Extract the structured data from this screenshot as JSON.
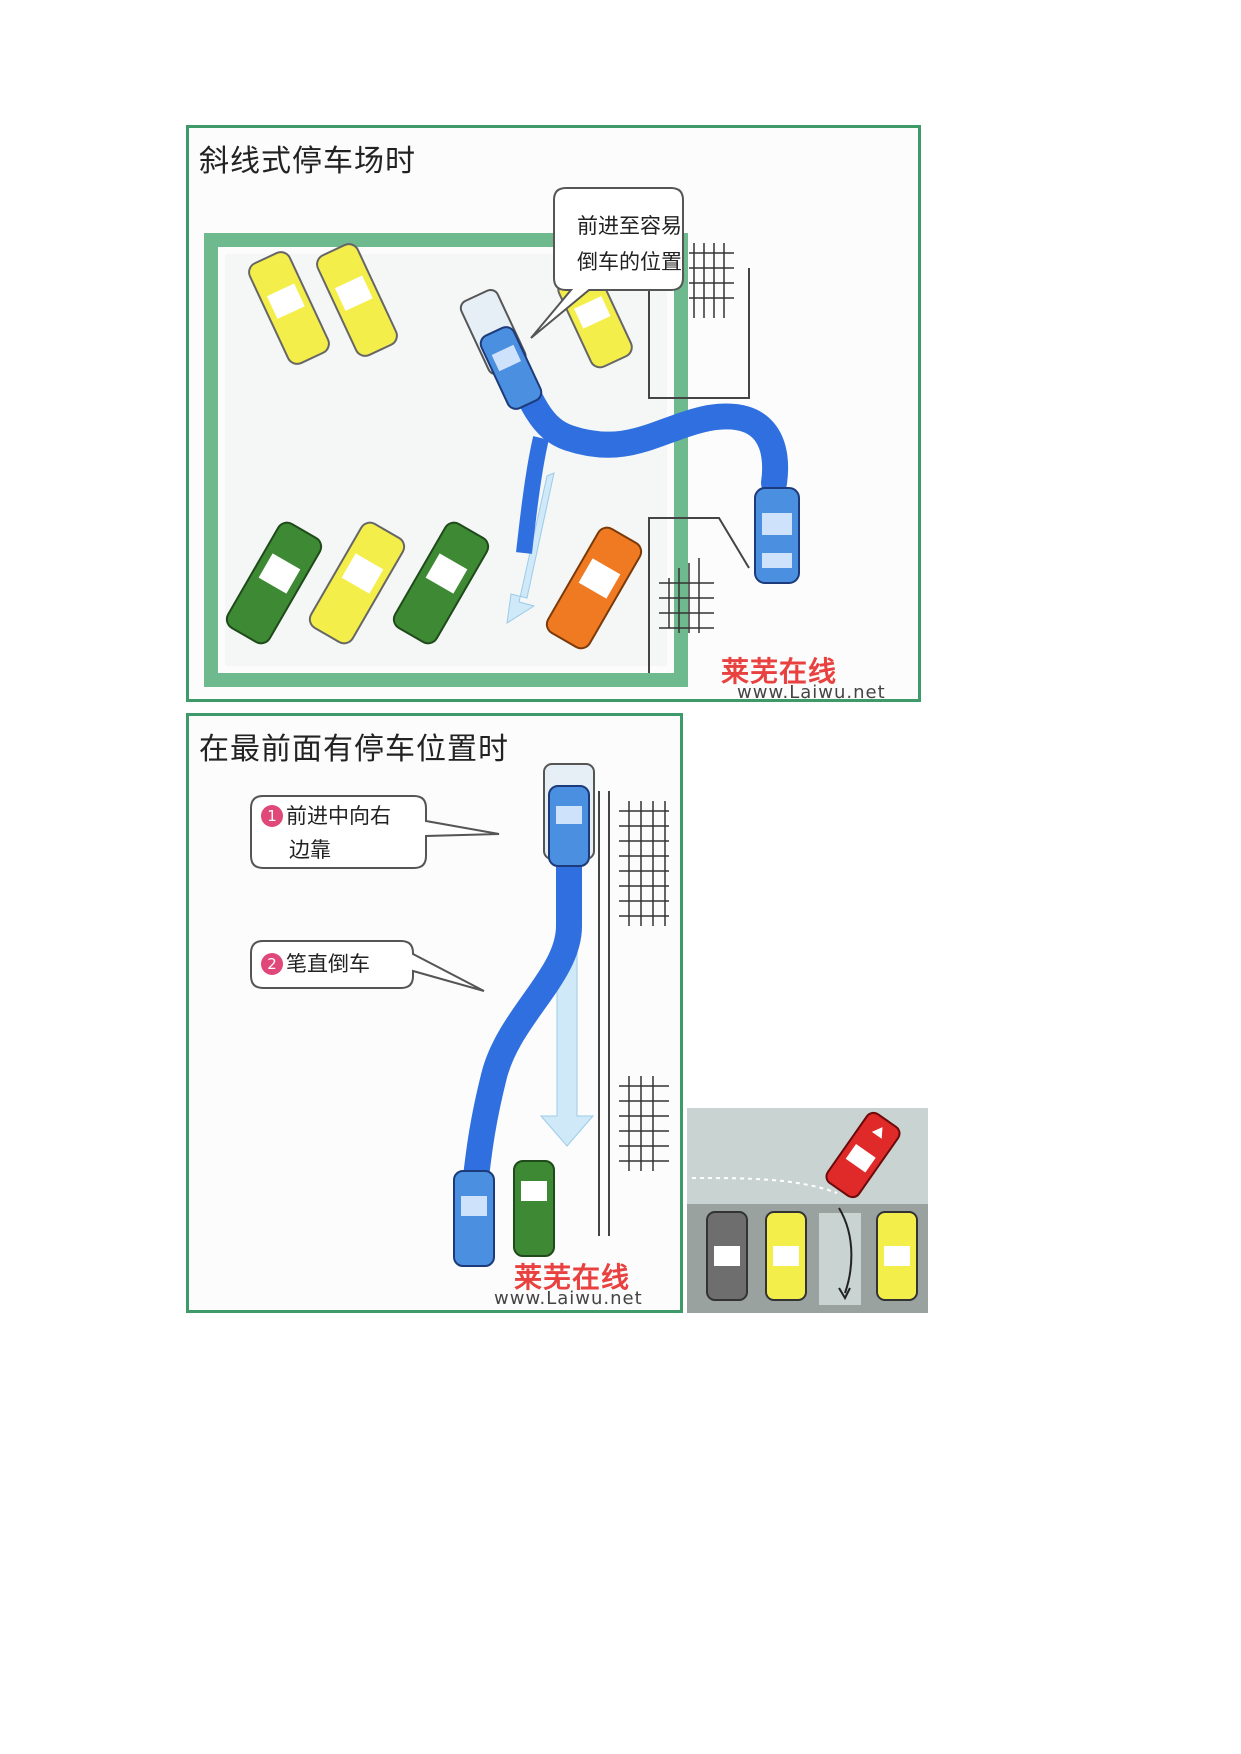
{
  "panel1": {
    "title": "斜线式停车场时",
    "callout": {
      "line1": "前进至容易",
      "line2": "倒车的位置"
    }
  },
  "panel2": {
    "title": "在最前面有停车位置时",
    "step1": {
      "num": "1",
      "line1": "前进中向右",
      "line2": "边靠"
    },
    "step2": {
      "num": "2",
      "text": "笔直倒车"
    }
  },
  "watermark": {
    "brand": "莱芜在线",
    "url": "www.Laiwu.net"
  },
  "colors": {
    "frame": "#3f9a6a",
    "path": "#2f6fe0",
    "car_yellow": "#f4ee4a",
    "car_green": "#3e8a34",
    "car_orange": "#f07a22",
    "car_blue": "#4a8fe0",
    "car_red": "#e02a2a",
    "car_gray": "#6e6e6e"
  }
}
